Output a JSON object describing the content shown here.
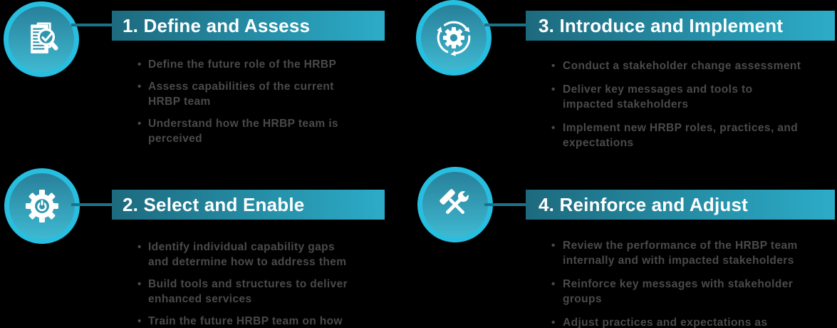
{
  "colors": {
    "page_background": "#000000",
    "banner_gradient_start": "#1d6a7e",
    "banner_gradient_end": "#2cacc8",
    "circle_rim": "#27bedf",
    "circle_fill_top": "#28809a",
    "circle_fill_bottom": "#3fb9d1",
    "connector": "#1b7389",
    "title_text": "#ffffff",
    "bullet_text": "#4a4a4d",
    "icon_cutout": "#2f95ad",
    "icon": "#ffffff"
  },
  "steps": [
    {
      "number": "1",
      "title": "1. Define and Assess",
      "icon": "document-search-check-icon",
      "bullets": [
        "Define the future role of the HRBP",
        "Assess capabilities of the current\nHRBP team",
        "Understand how the HRBP team is\nperceived"
      ]
    },
    {
      "number": "2",
      "title": "2. Select and Enable",
      "icon": "gear-power-icon",
      "bullets": [
        "Identify individual capability gaps\nand determine how to address them",
        "Build tools and structures to deliver\nenhanced services",
        "Train the future HRBP team on how"
      ]
    },
    {
      "number": "3",
      "title": "3. Introduce and Implement",
      "icon": "gear-cycle-arrows-icon",
      "bullets": [
        "Conduct a stakeholder change assessment",
        "Deliver key messages and tools to\nimpacted stakeholders",
        "Implement new HRBP roles, practices, and\nexpectations"
      ]
    },
    {
      "number": "4",
      "title": "4. Reinforce and Adjust",
      "icon": "hammer-wrench-icon",
      "bullets": [
        "Review the performance of the HRBP team\ninternally and with impacted stakeholders",
        "Reinforce key messages with stakeholder\ngroups",
        "Adjust practices and expectations as"
      ]
    }
  ]
}
